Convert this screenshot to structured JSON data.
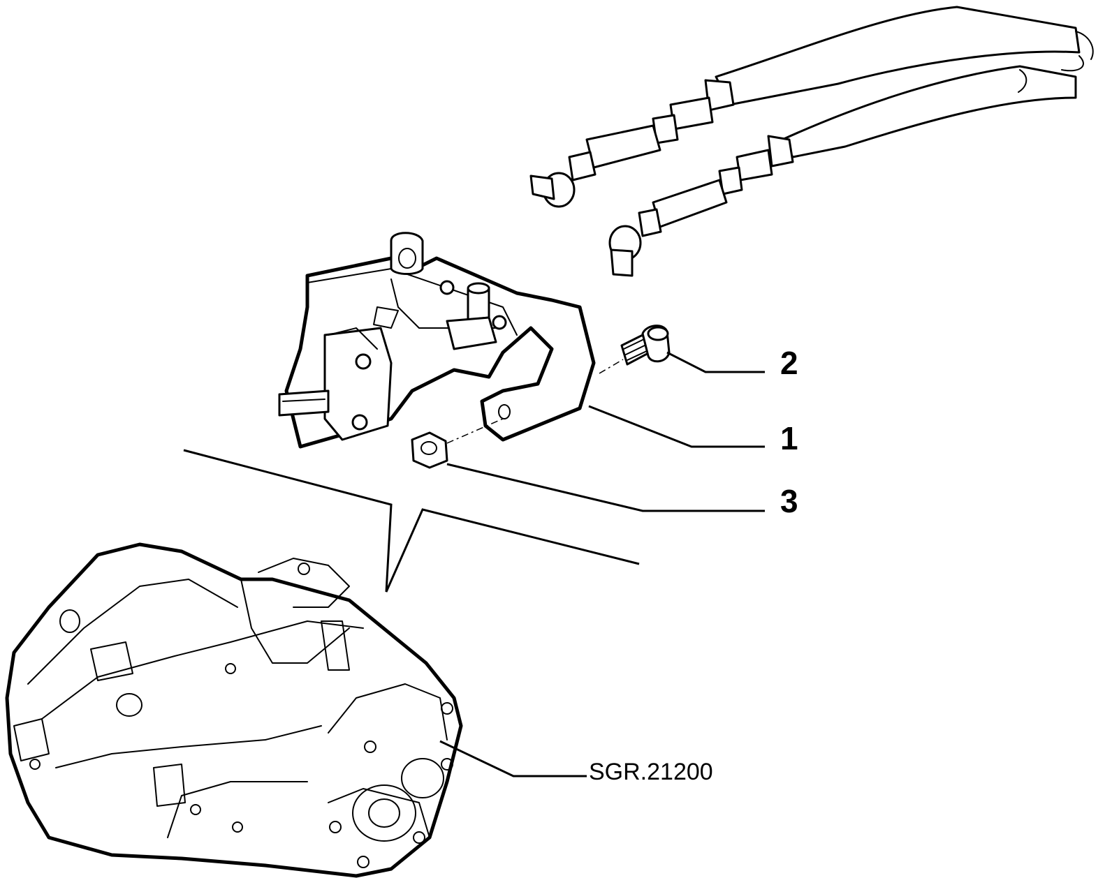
{
  "callouts": [
    {
      "id": "1",
      "label": "1"
    },
    {
      "id": "2",
      "label": "2"
    },
    {
      "id": "3",
      "label": "3"
    }
  ],
  "reference": {
    "label": "SGR.21200"
  }
}
